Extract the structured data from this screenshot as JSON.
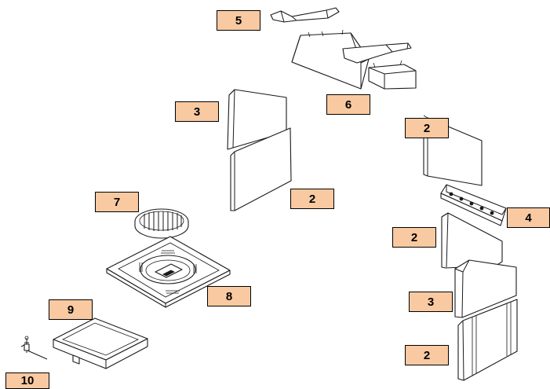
{
  "colors": {
    "callout_fill": "#f9c9a1",
    "callout_border": "#000000",
    "line": "#1a1a1a",
    "background": "#ffffff"
  },
  "labels": {
    "part_5": "5",
    "part_6": "6",
    "part_3_left": "3",
    "part_2_left": "2",
    "part_7": "7",
    "part_8": "8",
    "part_9": "9",
    "part_10": "10",
    "part_2_right_top": "2",
    "part_4": "4",
    "part_2_right_mid": "2",
    "part_3_right": "3",
    "part_2_right_bottom": "2"
  }
}
